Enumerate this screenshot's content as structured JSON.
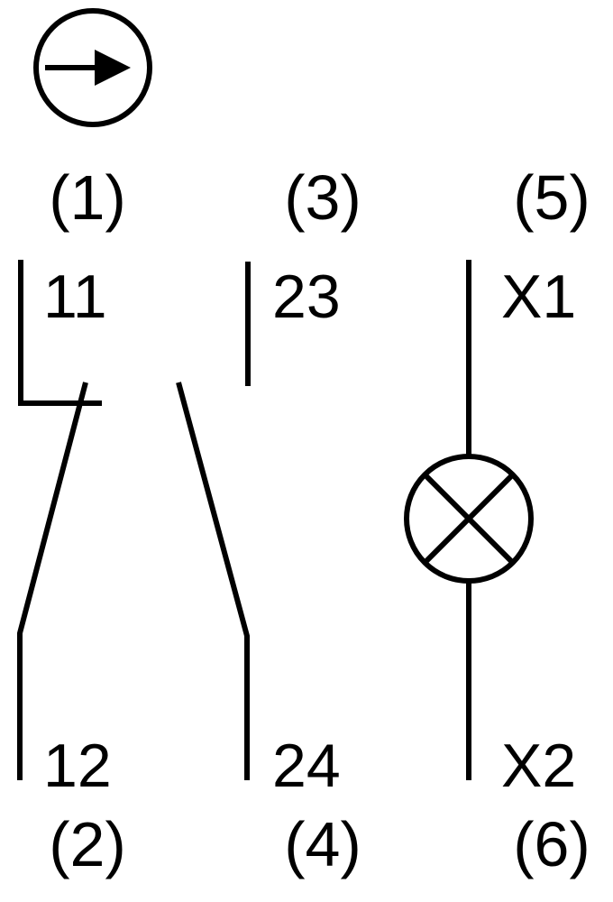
{
  "labels": {
    "p1": "(1)",
    "p2": "(2)",
    "p3": "(3)",
    "p4": "(4)",
    "p5": "(5)",
    "p6": "(6)",
    "t11": "11",
    "t12": "12",
    "t23": "23",
    "t24": "24",
    "tx1": "X1",
    "tx2": "X2"
  },
  "symbols": {
    "actuator": "rotary-arrow-icon",
    "nc_contact": "normally-closed-contact",
    "no_contact": "normally-open-contact",
    "lamp": "indicator-lamp-icon"
  },
  "colors": {
    "stroke": "#000000",
    "background": "#ffffff"
  }
}
